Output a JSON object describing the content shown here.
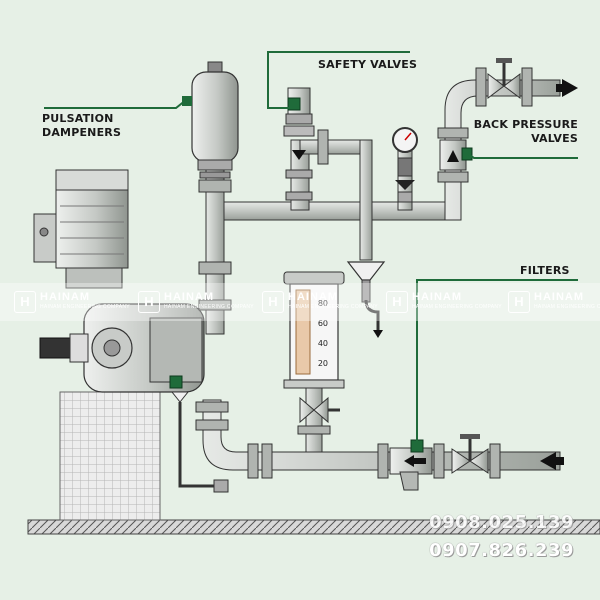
{
  "labels": {
    "pulsation": "PULSATION DAMPENERS",
    "safety": "SAFETY VALVES",
    "back_pressure": "BACK PRESSURE VALVES",
    "filters": "FILTERS"
  },
  "scale_ticks": [
    "80",
    "60",
    "40",
    "20"
  ],
  "watermark": {
    "brand": "HAINAM",
    "mark": "H",
    "tagline": "HAINAM ENGINEERING COMPANY",
    "phones": [
      "0908.025.139",
      "0907.826.239"
    ]
  },
  "colors": {
    "background": "#e6f0e6",
    "callout_line": "#1f6b3a",
    "pipe": "#c3c7c3",
    "outline": "#333333",
    "arrow": "#111111"
  },
  "icons": [
    "pump-motor-icon",
    "flow-arrow-icon",
    "pressure-gauge-icon",
    "funnel-icon",
    "hainam-logo-icon"
  ]
}
